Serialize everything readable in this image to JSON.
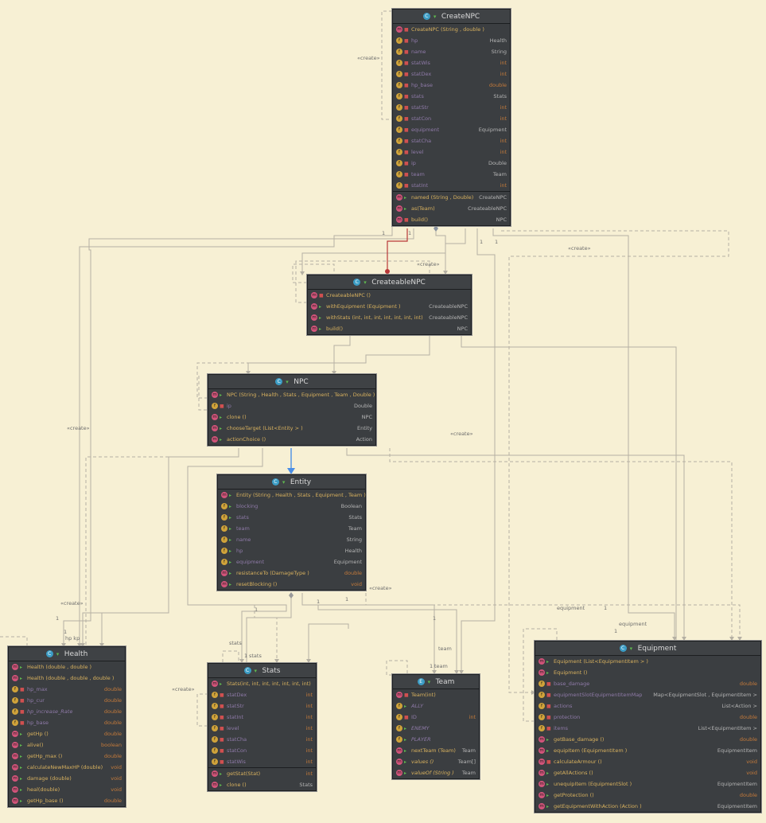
{
  "classes": {
    "createnpc": {
      "title": "CreateNPC",
      "rows": [
        {
          "k": "m",
          "l": "priv",
          "n": "CreateNPC (String , double )",
          "t": ""
        },
        {
          "k": "f",
          "l": "priv",
          "n": "hp",
          "t": "Health",
          "fld": true
        },
        {
          "k": "f",
          "l": "priv",
          "n": "name",
          "t": "String",
          "fld": true
        },
        {
          "k": "f",
          "l": "priv",
          "n": "statWis",
          "t": "int",
          "fld": true,
          "prim": true
        },
        {
          "k": "f",
          "l": "priv",
          "n": "statDex",
          "t": "int",
          "fld": true,
          "prim": true
        },
        {
          "k": "f",
          "l": "priv",
          "n": "hp_base",
          "t": "double",
          "fld": true,
          "prim": true
        },
        {
          "k": "f",
          "l": "priv",
          "n": "stats",
          "t": "Stats",
          "fld": true
        },
        {
          "k": "f",
          "l": "priv",
          "n": "statStr",
          "t": "int",
          "fld": true,
          "prim": true
        },
        {
          "k": "f",
          "l": "priv",
          "n": "statCon",
          "t": "int",
          "fld": true,
          "prim": true
        },
        {
          "k": "f",
          "l": "priv",
          "n": "equipment",
          "t": "Equipment",
          "fld": true
        },
        {
          "k": "f",
          "l": "priv",
          "n": "statCha",
          "t": "int",
          "fld": true,
          "prim": true
        },
        {
          "k": "f",
          "l": "priv",
          "n": "level",
          "t": "int",
          "fld": true,
          "prim": true
        },
        {
          "k": "f",
          "l": "priv",
          "n": "ip",
          "t": "Double",
          "fld": true
        },
        {
          "k": "f",
          "l": "priv",
          "n": "team",
          "t": "Team",
          "fld": true
        },
        {
          "k": "f",
          "l": "priv",
          "n": "statInt",
          "t": "int",
          "fld": true,
          "prim": true
        },
        {
          "k": "m",
          "l": "pub",
          "n": "named (String , Double)",
          "t": "CreateNPC",
          "sep": true
        },
        {
          "k": "m",
          "l": "pub",
          "n": "as(Team)",
          "t": "CreateableNPC"
        },
        {
          "k": "m",
          "l": "priv",
          "n": "build()",
          "t": "NPC"
        }
      ]
    },
    "createablenpc": {
      "title": "CreateableNPC",
      "rows": [
        {
          "k": "m",
          "l": "priv",
          "n": "CreateableNPC ()",
          "t": ""
        },
        {
          "k": "m",
          "l": "pub",
          "n": "withEquipment (Equipment )",
          "t": "CreateableNPC"
        },
        {
          "k": "m",
          "l": "pub",
          "n": "withStats (int, int, int, int, int, int, int)",
          "t": "CreateableNPC"
        },
        {
          "k": "m",
          "l": "pub",
          "n": "build()",
          "t": "NPC"
        }
      ]
    },
    "npc": {
      "title": "NPC",
      "rows": [
        {
          "k": "m",
          "l": "pub",
          "n": "NPC (String , Health , Stats , Equipment , Team , Double )",
          "t": ""
        },
        {
          "k": "f",
          "l": "priv",
          "n": "ip",
          "t": "Double",
          "fld": true
        },
        {
          "k": "m",
          "l": "pub",
          "n": "clone ()",
          "t": "NPC"
        },
        {
          "k": "m",
          "l": "pub",
          "n": "chooseTarget (List<Entity > )",
          "t": "Entity"
        },
        {
          "k": "m",
          "l": "pub",
          "n": "actionChoice ()",
          "t": "Action"
        }
      ]
    },
    "entity": {
      "title": "Entity",
      "rows": [
        {
          "k": "m",
          "l": "pub",
          "n": "Entity (String , Health , Stats , Equipment , Team )",
          "t": ""
        },
        {
          "k": "f",
          "l": "pub",
          "n": "blocking",
          "t": "Boolean",
          "fld": true
        },
        {
          "k": "f",
          "l": "pub",
          "n": "stats",
          "t": "Stats",
          "fld": true
        },
        {
          "k": "f",
          "l": "pub",
          "n": "team",
          "t": "Team",
          "fld": true
        },
        {
          "k": "f",
          "l": "pub",
          "n": "name",
          "t": "String",
          "fld": true
        },
        {
          "k": "f",
          "l": "pub",
          "n": "hp",
          "t": "Health",
          "fld": true
        },
        {
          "k": "f",
          "l": "pub",
          "n": "equipment",
          "t": "Equipment",
          "fld": true
        },
        {
          "k": "m",
          "l": "pub",
          "n": "resistanceTo (DamageType )",
          "t": "double",
          "prim": true
        },
        {
          "k": "m",
          "l": "pub",
          "n": "resetBlocking ()",
          "t": "void",
          "prim": true
        }
      ]
    },
    "health": {
      "title": "Health",
      "rows": [
        {
          "k": "m",
          "l": "pub",
          "n": "Health (double , double )",
          "t": ""
        },
        {
          "k": "m",
          "l": "pub",
          "n": "Health (double , double , double )",
          "t": ""
        },
        {
          "k": "f",
          "l": "priv",
          "n": "hp_max",
          "t": "double",
          "fld": true,
          "prim": true
        },
        {
          "k": "f",
          "l": "priv",
          "n": "hp_cur",
          "t": "double",
          "fld": true,
          "prim": true
        },
        {
          "k": "f",
          "l": "priv",
          "n": "hp_increase_Rate",
          "t": "double",
          "fld": true,
          "prim": true,
          "ital": true
        },
        {
          "k": "f",
          "l": "priv",
          "n": "hp_base",
          "t": "double",
          "fld": true,
          "prim": true
        },
        {
          "k": "m",
          "l": "pub",
          "n": "getHp ()",
          "t": "double",
          "prim": true
        },
        {
          "k": "m",
          "l": "pub",
          "n": "alive()",
          "t": "boolean",
          "prim": true
        },
        {
          "k": "m",
          "l": "pub",
          "n": "getHp_max ()",
          "t": "double",
          "prim": true
        },
        {
          "k": "m",
          "l": "pub",
          "n": "calculateNewMaxHP (double)",
          "t": "void",
          "prim": true
        },
        {
          "k": "m",
          "l": "pub",
          "n": "damage (double)",
          "t": "void",
          "prim": true
        },
        {
          "k": "m",
          "l": "pub",
          "n": "heal(double)",
          "t": "void",
          "prim": true
        },
        {
          "k": "m",
          "l": "pub",
          "n": "getHp_base ()",
          "t": "double",
          "prim": true
        }
      ]
    },
    "stats": {
      "title": "Stats",
      "rows": [
        {
          "k": "m",
          "l": "pub",
          "n": "Stats(int, int, int, int, int, int, int)",
          "t": ""
        },
        {
          "k": "f",
          "l": "priv",
          "n": "statDex",
          "t": "int",
          "fld": true,
          "prim": true
        },
        {
          "k": "f",
          "l": "priv",
          "n": "statStr",
          "t": "int",
          "fld": true,
          "prim": true
        },
        {
          "k": "f",
          "l": "priv",
          "n": "statInt",
          "t": "int",
          "fld": true,
          "prim": true
        },
        {
          "k": "f",
          "l": "priv",
          "n": "level",
          "t": "int",
          "fld": true,
          "prim": true
        },
        {
          "k": "f",
          "l": "priv",
          "n": "statCha",
          "t": "int",
          "fld": true,
          "prim": true
        },
        {
          "k": "f",
          "l": "priv",
          "n": "statCon",
          "t": "int",
          "fld": true,
          "prim": true
        },
        {
          "k": "f",
          "l": "priv",
          "n": "statWis",
          "t": "int",
          "fld": true,
          "prim": true
        },
        {
          "k": "m",
          "l": "pub",
          "n": "getStat(Stat)",
          "t": "int",
          "prim": true,
          "sep": true
        },
        {
          "k": "m",
          "l": "pub",
          "n": "clone ()",
          "t": "Stats"
        }
      ]
    },
    "team": {
      "title": "Team",
      "rows": [
        {
          "k": "m",
          "l": "priv",
          "n": "Team(int)",
          "t": ""
        },
        {
          "k": "f",
          "l": "pub",
          "n": "ALLY",
          "t": "",
          "fld": true,
          "ital": true
        },
        {
          "k": "f",
          "l": "priv",
          "n": "ID",
          "t": "int",
          "fld": true,
          "prim": true
        },
        {
          "k": "f",
          "l": "pub",
          "n": "ENEMY",
          "t": "",
          "fld": true,
          "ital": true
        },
        {
          "k": "f",
          "l": "pub",
          "n": "PLAYER",
          "t": "",
          "fld": true,
          "ital": true
        },
        {
          "k": "m",
          "l": "pub",
          "n": "nextTeam (Team)",
          "t": "Team"
        },
        {
          "k": "m",
          "l": "pub",
          "n": "values ()",
          "t": "Team[]",
          "ital": true
        },
        {
          "k": "m",
          "l": "pub",
          "n": "valueOf (String )",
          "t": "Team",
          "ital": true
        }
      ]
    },
    "equipment": {
      "title": "Equipment",
      "rows": [
        {
          "k": "m",
          "l": "pub",
          "n": "Equipment (List<EquipmentItem > )",
          "t": ""
        },
        {
          "k": "m",
          "l": "pub",
          "n": "Equipment ()",
          "t": ""
        },
        {
          "k": "f",
          "l": "priv",
          "n": "base_damage",
          "t": "double",
          "fld": true,
          "prim": true
        },
        {
          "k": "f",
          "l": "priv",
          "n": "equipmentSlotEquipmentItemMap",
          "t": "Map<EquipmentSlot , EquipmentItem >",
          "fld": true
        },
        {
          "k": "f",
          "l": "priv",
          "n": "actions",
          "t": "List<Action >",
          "fld": true
        },
        {
          "k": "f",
          "l": "priv",
          "n": "protection",
          "t": "double",
          "fld": true,
          "prim": true
        },
        {
          "k": "f",
          "l": "priv",
          "n": "items",
          "t": "List<EquipmentItem >",
          "fld": true
        },
        {
          "k": "m",
          "l": "pub",
          "n": "getBase_damage ()",
          "t": "double",
          "prim": true
        },
        {
          "k": "m",
          "l": "pub",
          "n": "equipItem (EquipmentItem )",
          "t": "EquipmentItem"
        },
        {
          "k": "m",
          "l": "priv",
          "n": "calculateArmour ()",
          "t": "void",
          "prim": true
        },
        {
          "k": "m",
          "l": "pub",
          "n": "getAllActions ()",
          "t": "void",
          "prim": true
        },
        {
          "k": "m",
          "l": "pub",
          "n": "unequipItem (EquipmentSlot )",
          "t": "EquipmentItem"
        },
        {
          "k": "m",
          "l": "pub",
          "n": "getProtection ()",
          "t": "double",
          "prim": true
        },
        {
          "k": "m",
          "l": "pub",
          "n": "getEquipmentWithAction (Action )",
          "t": "EquipmentItem"
        }
      ]
    }
  },
  "labels": {
    "create": "«create»",
    "one": "1",
    "hp_kp": "hp  kp",
    "stats": "stats",
    "team": "team",
    "equipment": "equipment"
  },
  "colors": {
    "bg": "#f7f0d4",
    "class_bg": "#3b3e41",
    "dep_line": "#b8b3a6",
    "inherit": "#4a8ee6",
    "compose": "#b83838"
  }
}
